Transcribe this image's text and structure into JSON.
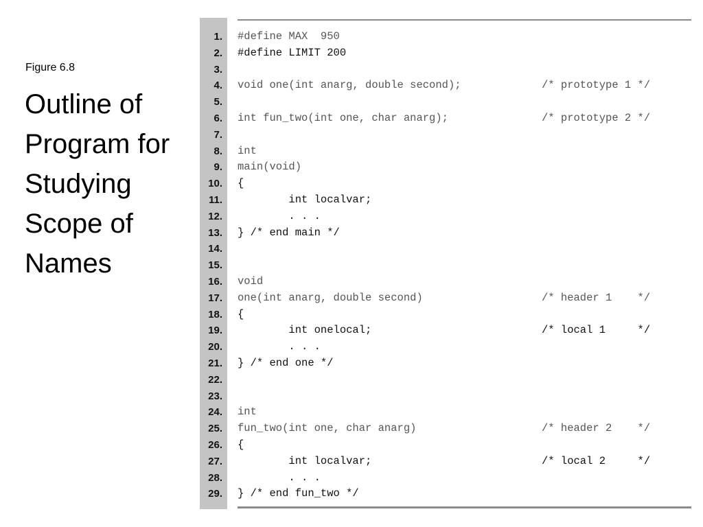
{
  "slide": {
    "figure_label": "Figure 6.8",
    "title": "Outline of Program for Studying Scope of Names"
  },
  "listing": {
    "lines": [
      {
        "num": "1.",
        "code": "#define MAX  950",
        "comment": ""
      },
      {
        "num": "2.",
        "code": "#define LIMIT 200",
        "comment": ""
      },
      {
        "num": "3.",
        "code": "",
        "comment": ""
      },
      {
        "num": "4.",
        "code": "void one(int anarg, double second);",
        "comment": "/* prototype 1 */"
      },
      {
        "num": "5.",
        "code": "",
        "comment": ""
      },
      {
        "num": "6.",
        "code": "int fun_two(int one, char anarg);",
        "comment": "/* prototype 2 */"
      },
      {
        "num": "7.",
        "code": "",
        "comment": ""
      },
      {
        "num": "8.",
        "code": "int",
        "comment": ""
      },
      {
        "num": "9.",
        "code": "main(void)",
        "comment": ""
      },
      {
        "num": "10.",
        "code": "{",
        "comment": ""
      },
      {
        "num": "11.",
        "code": "        int localvar;",
        "comment": ""
      },
      {
        "num": "12.",
        "code": "        . . .",
        "comment": ""
      },
      {
        "num": "13.",
        "code": "} /* end main */",
        "comment": ""
      },
      {
        "num": "14.",
        "code": "",
        "comment": ""
      },
      {
        "num": "15.",
        "code": "",
        "comment": ""
      },
      {
        "num": "16.",
        "code": "void",
        "comment": ""
      },
      {
        "num": "17.",
        "code": "one(int anarg, double second)",
        "comment": "/* header 1    */"
      },
      {
        "num": "18.",
        "code": "{",
        "comment": ""
      },
      {
        "num": "19.",
        "code": "        int onelocal;",
        "comment": "/* local 1     */"
      },
      {
        "num": "20.",
        "code": "        . . .",
        "comment": ""
      },
      {
        "num": "21.",
        "code": "} /* end one */",
        "comment": ""
      },
      {
        "num": "22.",
        "code": "",
        "comment": ""
      },
      {
        "num": "23.",
        "code": "",
        "comment": ""
      },
      {
        "num": "24.",
        "code": "int",
        "comment": ""
      },
      {
        "num": "25.",
        "code": "fun_two(int one, char anarg)",
        "comment": "/* header 2    */"
      },
      {
        "num": "26.",
        "code": "{",
        "comment": ""
      },
      {
        "num": "27.",
        "code": "        int localvar;",
        "comment": "/* local 2     */"
      },
      {
        "num": "28.",
        "code": "        . . .",
        "comment": ""
      },
      {
        "num": "29.",
        "code": "} /* end fun_two */",
        "comment": ""
      }
    ]
  },
  "colors": {
    "gutter": "#c4c4c4",
    "rule": "#8a8a8a",
    "code_text": "#111111",
    "code_text_light": "#555555"
  }
}
